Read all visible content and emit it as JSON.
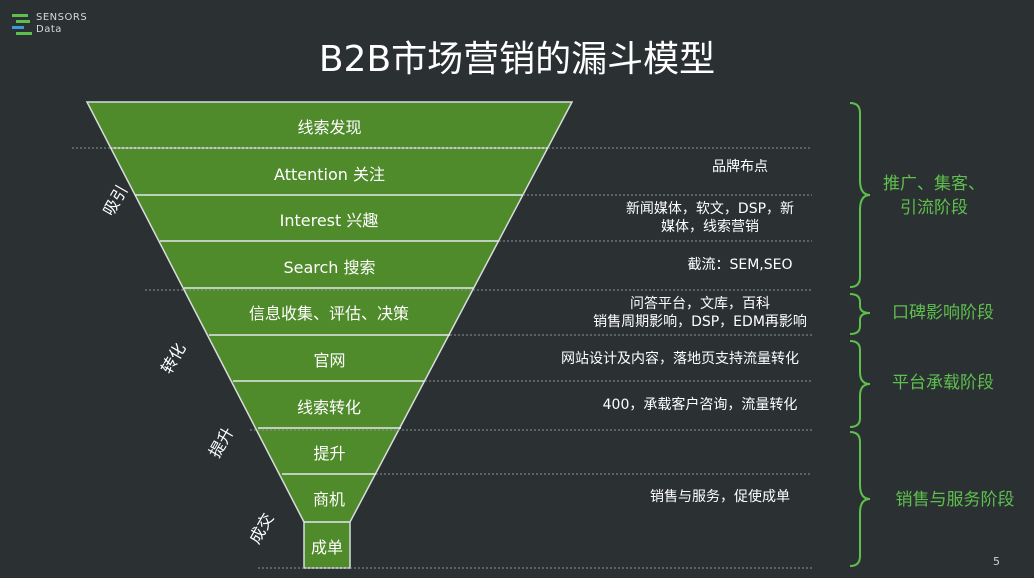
{
  "header": {
    "logo_line1": "SENSORS",
    "logo_line2": "Data",
    "title": "B2B市场营销的漏斗模型"
  },
  "funnel": {
    "levels": [
      {
        "label": "线索发现",
        "description": ""
      },
      {
        "label": "Attention 关注",
        "description": "品牌布点"
      },
      {
        "label": "Interest 兴趣",
        "description_line1": "新闻媒体，软文，DSP，新",
        "description_line2": "媒体，线索营销"
      },
      {
        "label": "Search 搜索",
        "description": "截流：SEM,SEO"
      },
      {
        "label": "信息收集、评估、决策",
        "description_line1": "问答平台，文库，百科",
        "description_line2": "销售周期影响，DSP，EDM再影响"
      },
      {
        "label": "官网",
        "description": "网站设计及内容，落地页支持流量转化"
      },
      {
        "label": "线索转化",
        "description": "400，承载客户咨询，流量转化"
      },
      {
        "label": "提升",
        "description": ""
      },
      {
        "label": "商机",
        "description": "销售与服务，促使成单"
      },
      {
        "label": "成单",
        "description": ""
      }
    ]
  },
  "stages": {
    "attract": "吸引",
    "convert": "转化",
    "upgrade": "提升",
    "close": "成交"
  },
  "phases": {
    "promotion_line1": "推广、集客、",
    "promotion_line2": "引流阶段",
    "reputation": "口碑影响阶段",
    "platform": "平台承载阶段",
    "sales": "销售与服务阶段"
  },
  "page_number": "5",
  "colors": {
    "background": "#2b3133",
    "funnel_fill": "#4f8a2b",
    "phase_text": "#5fbf4e"
  }
}
